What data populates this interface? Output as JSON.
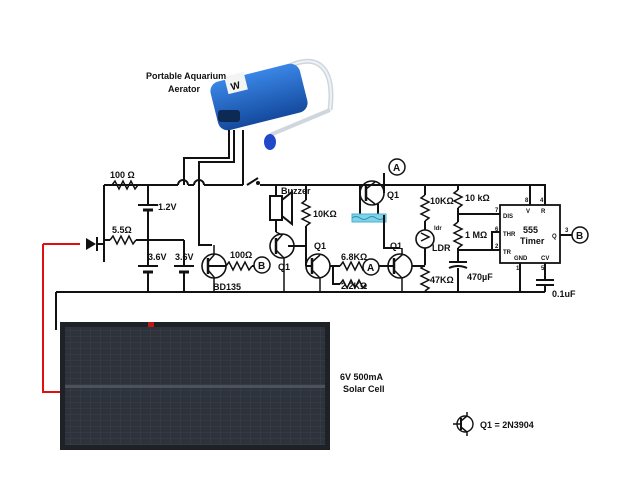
{
  "aerator": {
    "label_line1": "Portable Aquarium",
    "label_line2": "Aerator",
    "brand_mark": "W"
  },
  "panel": {
    "label_line1": "6V 500mA",
    "label_line2": "Solar Cell"
  },
  "resistors": {
    "r_top_left": "100 Ω",
    "r_mid_left": "5.5Ω",
    "r_base_bd135": "100Ω",
    "r_q1_collector": "10KΩ",
    "r_q1_base": "6.8KΩ",
    "r_q1_pull": "2.2KΩ",
    "r_ldr_top": "10KΩ",
    "r_ldr_bottom": "47KΩ",
    "r_timer_a": "10 kΩ",
    "r_timer_b": "1 MΩ"
  },
  "sources": {
    "cell_small": "1.2V",
    "cell_left": "3.6V",
    "cell_right": "3.6V"
  },
  "parts": {
    "buzzer": "Buzzer",
    "bd135": "BD135",
    "ldr": "LDR",
    "ldr_small": "ldr",
    "cap_timer": "470µF",
    "cap_cv": "0.1uF",
    "timer_name_1": "555",
    "timer_name_2": "Timer"
  },
  "transistors": {
    "q1_top": "Q1",
    "q1_left": "Q1",
    "q1_mid": "Q1",
    "q1_right": "Q1"
  },
  "nodes": {
    "a_top": "A",
    "a_mid": "A",
    "b_left": "B",
    "b_right": "B"
  },
  "timer_pins": {
    "p8": "8",
    "p4": "4",
    "p7": "7",
    "p6": "6",
    "p2": "2",
    "p1": "1",
    "p5": "5",
    "p3": "3",
    "dis": "DIS",
    "thr": "THR",
    "tr": "TR",
    "gnd": "GND",
    "cv": "CV",
    "v": "V",
    "r": "R",
    "q": "Q"
  },
  "legend": {
    "text": "Q1 = 2N3904"
  },
  "colors": {
    "aerator_blue": "#1e63c8",
    "panel_dark": "#2b2f36",
    "water": "#7fd3e8",
    "red_wire": "#e01010"
  }
}
